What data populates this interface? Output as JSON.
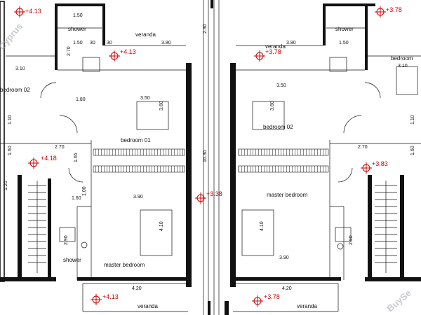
{
  "watermarks": {
    "top_left": "Cyprus",
    "bottom_right": "BuySe"
  },
  "rooms": {
    "left_shower_top": "shower",
    "left_veranda_top": "veranda",
    "left_bedroom_02": "bedroom 02",
    "left_bedroom_01": "bedroom 01",
    "left_shower_bottom": "shower",
    "left_master_bedroom": "master bedroom",
    "left_veranda_bottom": "veranda",
    "right_shower_top": "shower",
    "right_veranda_top": "veranda",
    "right_bedroom_02": "bedroom 02",
    "right_bedroom_top": "bedroom",
    "right_master_bedroom": "master bedroom",
    "right_veranda_bottom": "veranda"
  },
  "levels": {
    "left_top": "+4.13",
    "left_veranda": "+4.13",
    "left_stair": "+4.18",
    "left_bottom": "+4.13",
    "center": "+3.38",
    "right_veranda": "+3.78",
    "right_top": "+3.78",
    "right_stair": "+3.83",
    "right_bottom": "+3.78"
  },
  "dims": {
    "d150a": "1.50",
    "d150b": "1.50",
    "d030a": "30",
    "d030b": "30",
    "d270a": "2.70",
    "d380": "3.80",
    "d310a": "3.10",
    "d180": "1.80",
    "d350a": "3.50",
    "d360a": "3.60",
    "d110a": "1.10",
    "d160a": "1.60",
    "d270b": "2.70",
    "d165": "1.65",
    "d120a": "1.20",
    "d160b": "1.60",
    "d100": "1.00",
    "d390a": "3.90",
    "d410a": "4.10",
    "d290a": "2.90",
    "d420a": "4.20",
    "d230": "2.30",
    "d1030": "10.30",
    "d380b": "3.80",
    "d350b": "3.50",
    "d360b": "3.60",
    "d310b": "3.10",
    "d270c": "2.70",
    "d390b": "3.90",
    "d410b": "4.10",
    "d420b": "4.20",
    "d290b": "2.90",
    "d150c": "1.50",
    "d110b": "1.10",
    "d160c": "1.60"
  },
  "colors": {
    "level_marker": "#cc0000",
    "walls": "#111111",
    "watermark": "#9aa0a8"
  }
}
